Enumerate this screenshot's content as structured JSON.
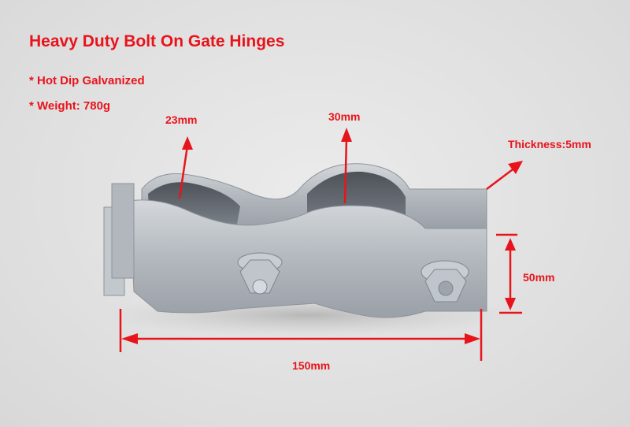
{
  "title": "Heavy Duty Bolt On Gate Hinges",
  "features": [
    "* Hot Dip Galvanized",
    "* Weight: 780g"
  ],
  "dimensions": {
    "small_tube_diameter": "23mm",
    "large_tube_diameter": "30mm",
    "thickness": "Thickness:5mm",
    "height": "50mm",
    "length": "150mm"
  },
  "colors": {
    "annotation": "#e8141b",
    "background": "#e2e2e2",
    "metal": "#b9bec4"
  },
  "image": {
    "subject": "galvanized steel bolt-on gate hinge with two hex bolts"
  }
}
